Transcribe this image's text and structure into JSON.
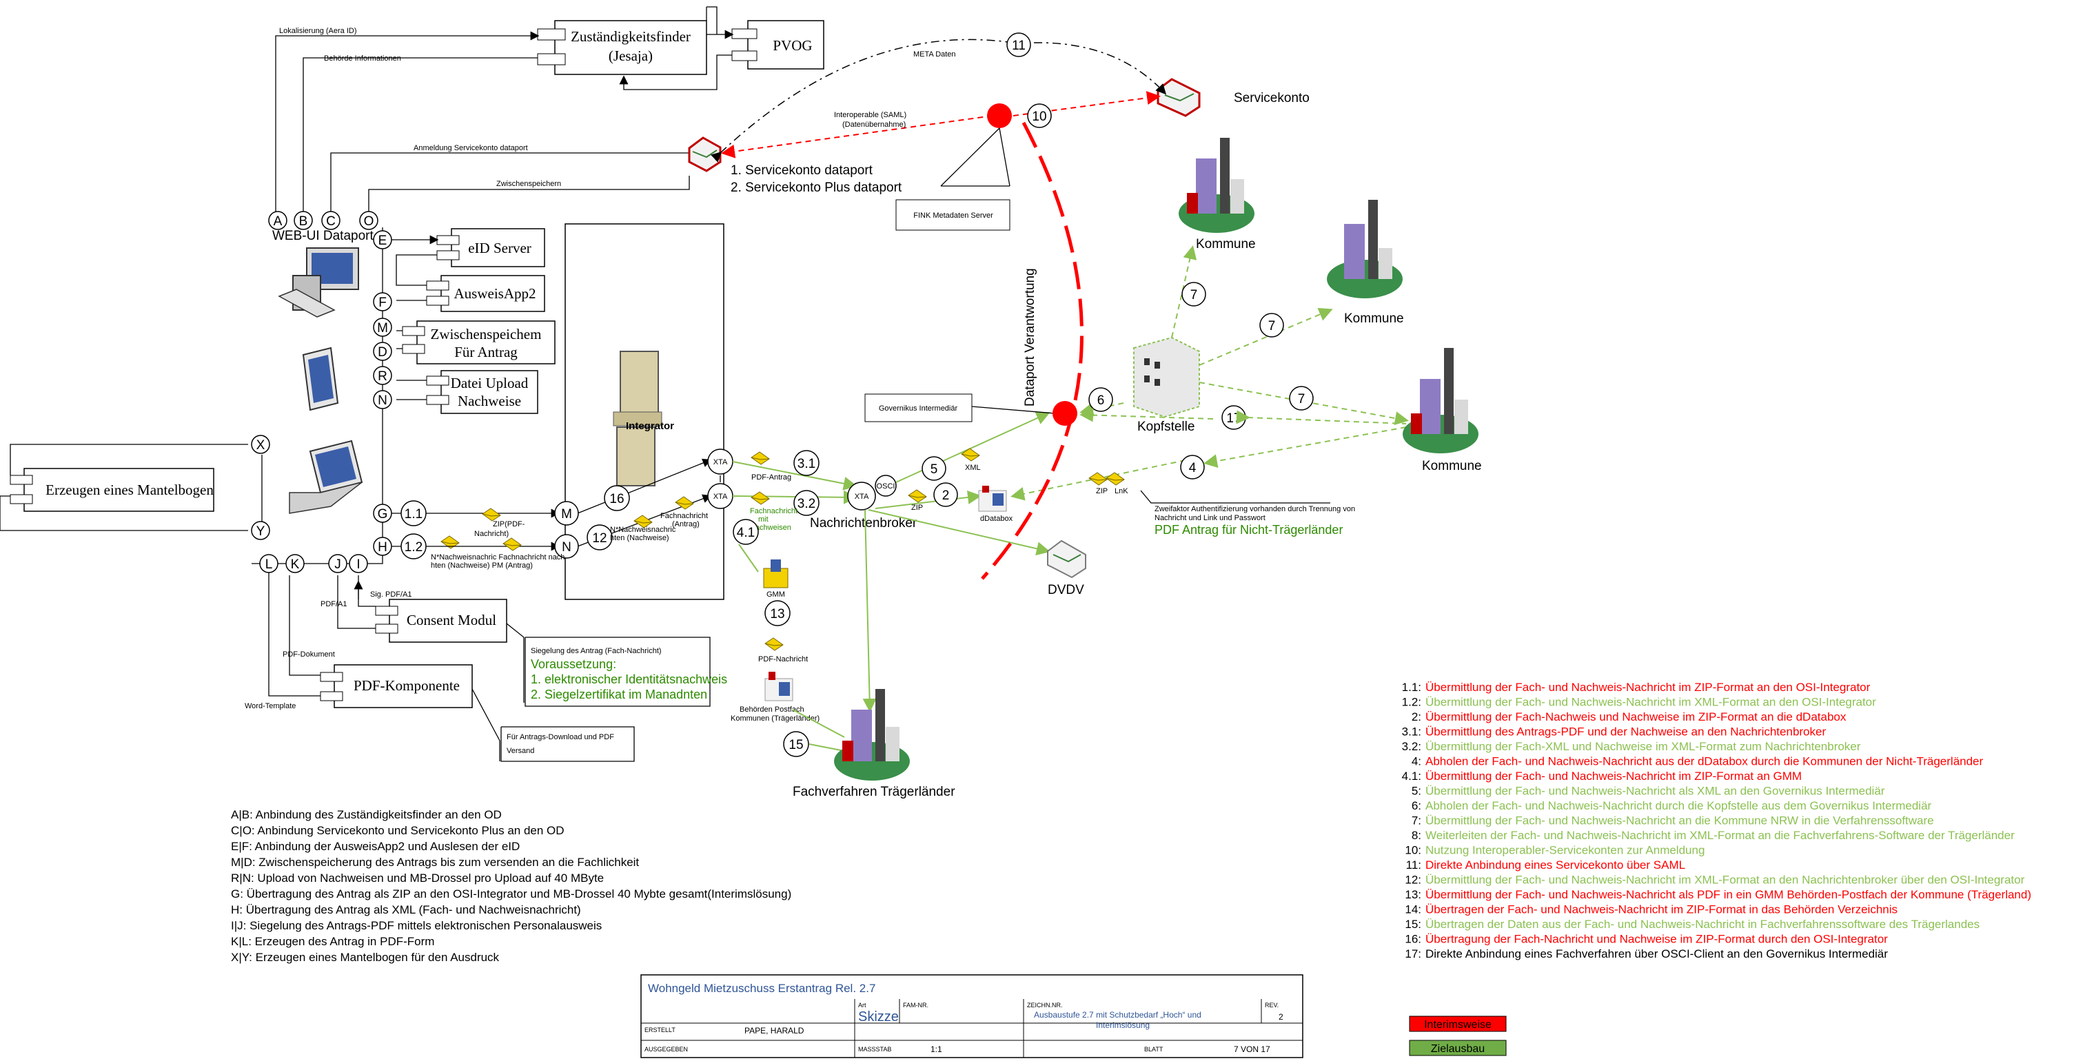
{
  "boxes": {
    "zustaendigkeitsfinder_1": "Zuständigkeitsfinder",
    "zustaendigkeitsfinder_2": "(Jesaja)",
    "pvog": "PVOG",
    "eid_server": "eID Server",
    "ausweisapp2": "AusweisApp2",
    "zwischenspeicher_1": "Zwischenspeichem",
    "zwischenspeicher_2": "Für Antrag",
    "datei_upload_1": "Datei Upload",
    "datei_upload_2": "Nachweise",
    "consent_modul": "Consent Modul",
    "pdf_komponente": "PDF-Komponente",
    "mantelbogen": "Erzeugen eines Mantelbogen",
    "web_ui": "WEB-UI Dataport",
    "integrator": "Integrator",
    "fink": "FINK Metadaten Server",
    "governikus": "Governikus Intermediär",
    "osci": "OSCI",
    "xta": "XTA"
  },
  "labels": {
    "lokalisierung": "Lokalisierung (Aera ID)",
    "behoerde_info": "Behörde Informationen",
    "anmeldung_servicekonto": "Anmeldung Servicekonto dataport",
    "zwischenspeichern": "Zwischenspeichern",
    "meta_daten": "META Daten",
    "interoperable_1": "Interoperable (SAML)",
    "interoperable_2": "(Datenübernahme)",
    "servicekonto": "Servicekonto",
    "servicekonto_dataport_1": "1. Servicekonto dataport",
    "servicekonto_dataport_2": "2. Servicekonto Plus dataport",
    "dataport_verantwortung": "Dataport Verantwortung",
    "kommune": "Kommune",
    "kopfstelle": "Kopfstelle",
    "nachrichtenbroker": "Nachrichtenbroker",
    "dvdv": "DVDV",
    "fachverfahren": "Fachverfahren Trägerländer",
    "pdf_antrag": "PDF-Antrag",
    "zip_pdf_nachricht_1": "ZIP(PDF-",
    "zip_pdf_nachricht_2": "Nachricht)",
    "nachweisnachricht_1": "N*Nachweisnachric Fachnachricht nach",
    "nachweisnachricht_2": "hten (Nachweise)       PM (Antrag)",
    "xta_nachweis_1": "N*Nachweisnachric",
    "xta_nachweis_2": "hten (Nachweise)",
    "fachnachricht_antrag_1": "Fachnachricht",
    "fachnachricht_antrag_2": "(Antrag)",
    "fachnachricht_mit_1": "Fachnachricht",
    "fachnachricht_mit_2": "mit",
    "fachnachricht_mit_3": "Nachweisen",
    "xml": "XML",
    "zip": "ZIP",
    "zip2": "ZIP",
    "lnk": "LnK",
    "ddatabox": "dDatabox",
    "gmm": "GMM",
    "pdf_nachricht": "PDF-Nachricht",
    "behoerden_postfach_1": "Behörden Postfach",
    "behoerden_postfach_2": "Kommunen (Trägerländer)",
    "zweifaktor_1": "Zweifaktor Authentifizierung vorhanden durch Trennung von",
    "zweifaktor_2": "Nachricht und Link und Passwort",
    "pdf_antrag_nicht_traeger": "PDF Antrag für Nicht-Trägerländer",
    "sig_pdf_a1": "Sig. PDF/A1",
    "pdf_a1": "PDF/A1",
    "pdf_dokument": "PDF-Dokument",
    "word_template": "Word-Template",
    "siegelung_title": "Siegelung des Antrag (Fach-Nachricht)",
    "voraussetzung": "Voraussetzung:",
    "vor_1": "1. elektronischer Identitätsnachweis",
    "vor_2": "2. Siegelzertifikat im Manadnten",
    "fuer_antrags_1": "Für Antrags-Download und PDF",
    "fuer_antrags_2": "Versand"
  },
  "nodes": [
    "A",
    "B",
    "C",
    "O",
    "E",
    "F",
    "M",
    "D",
    "R",
    "N",
    "X",
    "Y",
    "G",
    "H",
    "L",
    "K",
    "J",
    "I"
  ],
  "steps": {
    "s11": "1.1",
    "s12": "1.2",
    "s16": "16",
    "s12b": "12",
    "s31": "3.1",
    "s32": "3.2",
    "s41": "4.1",
    "s13": "13",
    "s15": "15",
    "s5": "5",
    "s2": "2",
    "s6": "6",
    "s17": "17",
    "s4": "4",
    "s7a": "7",
    "s7b": "7",
    "s7c": "7",
    "s10": "10",
    "s11b": "11",
    "nm": "M",
    "nn": "N"
  },
  "left_legend": [
    "A|B: Anbindung des Zuständigkeitsfinder an den OD",
    "C|O: Anbindung Servicekonto und Servicekonto Plus an den OD",
    "E|F: Anbindung der AusweisApp2 und Auslesen der eID",
    "M|D: Zwischenspeicherung des Antrags bis zum versenden an die Fachlichkeit",
    "R|N: Upload von Nachweisen und MB-Drossel pro Upload auf 40 MByte",
    "G: Übertragung des Antrag als ZIP an den OSI-Integrator und MB-Drossel 40 Mybte gesamt(Interimslösung)",
    "H: Übertragung des Antrag als XML (Fach- und Nachweisnachricht)",
    "I|J: Siegelung des Antrags-PDF mittels elektronischen Personalausweis",
    "K|L: Erzeugen des Antrag in PDF-Form",
    "X|Y: Erzeugen eines Mantelbogen für den Ausdruck"
  ],
  "right_legend": [
    {
      "num": "1.1:",
      "text": "Übermittlung der Fach- und Nachweis-Nachricht im ZIP-Format an den OSI-Integrator",
      "color": "#ff0000"
    },
    {
      "num": "1.2:",
      "text": "Übermittlung der Fach- und Nachweis-Nachricht im XML-Format an den OSI-Integrator",
      "color": "#8cc152"
    },
    {
      "num": "2:",
      "text": "Übermittlung der Fach-Nachweis und Nachweise im ZIP-Format an die dDatabox",
      "color": "#ff0000"
    },
    {
      "num": "3.1:",
      "text": "Übermittlung des Antrags-PDF und der Nachweise an den Nachrichtenbroker",
      "color": "#ff0000"
    },
    {
      "num": "3.2:",
      "text": "Übermittlung der Fach-XML und Nachweise im XML-Format zum Nachrichtenbroker",
      "color": "#8cc152"
    },
    {
      "num": "4:",
      "text": "Abholen der Fach- und Nachweis-Nachricht aus der dDatabox durch die Kommunen der Nicht-Trägerländer",
      "color": "#ff0000"
    },
    {
      "num": "4.1:",
      "text": "Übermittlung der Fach- und Nachweis-Nachricht im ZIP-Format an GMM",
      "color": "#ff0000"
    },
    {
      "num": "5:",
      "text": "Übermittlung der Fach- und Nachweis-Nachricht als XML an den Governikus Intermediär",
      "color": "#8cc152"
    },
    {
      "num": "6:",
      "text": "Abholen der Fach- und Nachweis-Nachricht durch die Kopfstelle aus dem Governikus Intermediär",
      "color": "#8cc152"
    },
    {
      "num": "7:",
      "text": "Übermittlung der Fach- und Nachweis-Nachricht an die Kommune NRW in die Verfahrenssoftware",
      "color": "#8cc152"
    },
    {
      "num": "8:",
      "text": "Weiterleiten der Fach- und Nachweis-Nachricht im XML-Format an die Fachverfahrens-Software der Trägerländer",
      "color": "#8cc152"
    },
    {
      "num": "10:",
      "text": "Nutzung Interoperabler-Servicekonten zur Anmeldung",
      "color": "#8cc152"
    },
    {
      "num": "11:",
      "text": "Direkte Anbindung eines Servicekonto über SAML",
      "color": "#ff0000"
    },
    {
      "num": "12:",
      "text": "Übermittlung der Fach- und Nachweis-Nachricht im XML-Format an den Nachrichtenbroker über den OSI-Integrator",
      "color": "#8cc152"
    },
    {
      "num": "13:",
      "text": "Übermittlung der Fach- und Nachweis-Nachricht als PDF in ein GMM Behörden-Postfach der Kommune (Trägerland)",
      "color": "#ff0000"
    },
    {
      "num": "14:",
      "text": "Übertragen der Fach- und Nachweis-Nachricht im ZIP-Format in das Behörden Verzeichnis",
      "color": "#ff0000"
    },
    {
      "num": "15:",
      "text": "Übertragen der Daten aus der Fach- und Nachweis-Nachricht in Fachverfahrenssoftware des Trägerlandes",
      "color": "#8cc152"
    },
    {
      "num": "16:",
      "text": "Übertragung der Fach-Nachricht und Nachweise im ZIP-Format durch den OSI-Integrator",
      "color": "#ff0000"
    },
    {
      "num": "17:",
      "text": "Direkte Anbindung eines Fachverfahren über OSCI-Client an den Governikus Intermediär",
      "color": "#000000"
    }
  ],
  "status_legend": {
    "interim": "Interimsweise",
    "ziel": "Zielausbau",
    "interim_color": "#ff0000",
    "ziel_color": "#70ad47"
  },
  "title_block": {
    "title": "Wohngeld Mietzuschuss Erstantrag Rel. 2.7",
    "art_label": "Art",
    "art": "Skizze",
    "fam_label": "FAM-NR.",
    "zeichn_label": "ZEICHN.NR.",
    "zeichn_1": "Ausbaustufe 2.7 mit Schutzbedarf „Hoch“ und",
    "zeichn_2": "Interimslösung",
    "rev_label": "REV.",
    "rev": "2",
    "erstellt_label": "ERSTELLT",
    "erstellt": "PAPE, HARALD",
    "ausgegeben_label": "AUSGEGEBEN",
    "massstab_label": "MASSSTAB",
    "massstab": "1:1",
    "blatt_label": "BLATT",
    "blatt": "7 VON 17"
  }
}
